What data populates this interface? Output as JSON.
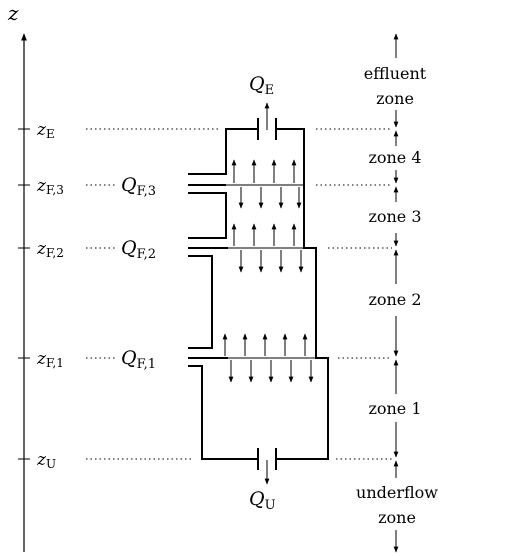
{
  "diagram": {
    "axis_label": "z",
    "levels": {
      "effluent": {
        "symbol": "z",
        "sub": "E"
      },
      "feed3": {
        "symbol": "z",
        "sub": "F,3"
      },
      "feed2": {
        "symbol": "z",
        "sub": "F,2"
      },
      "feed1": {
        "symbol": "z",
        "sub": "F,1"
      },
      "underflow": {
        "symbol": "z",
        "sub": "U"
      }
    },
    "flows": {
      "effluent": {
        "symbol": "Q",
        "sub": "E"
      },
      "feed3": {
        "symbol": "Q",
        "sub": "F,3"
      },
      "feed2": {
        "symbol": "Q",
        "sub": "F,2"
      },
      "feed1": {
        "symbol": "Q",
        "sub": "F,1"
      },
      "underflow": {
        "symbol": "Q",
        "sub": "U"
      }
    },
    "zones": {
      "effluent": {
        "line1": "effluent",
        "line2": "zone"
      },
      "zone4": "zone 4",
      "zone3": "zone 3",
      "zone2": "zone 2",
      "zone1": "zone 1",
      "underflow": {
        "line1": "underflow",
        "line2": "zone"
      }
    }
  }
}
